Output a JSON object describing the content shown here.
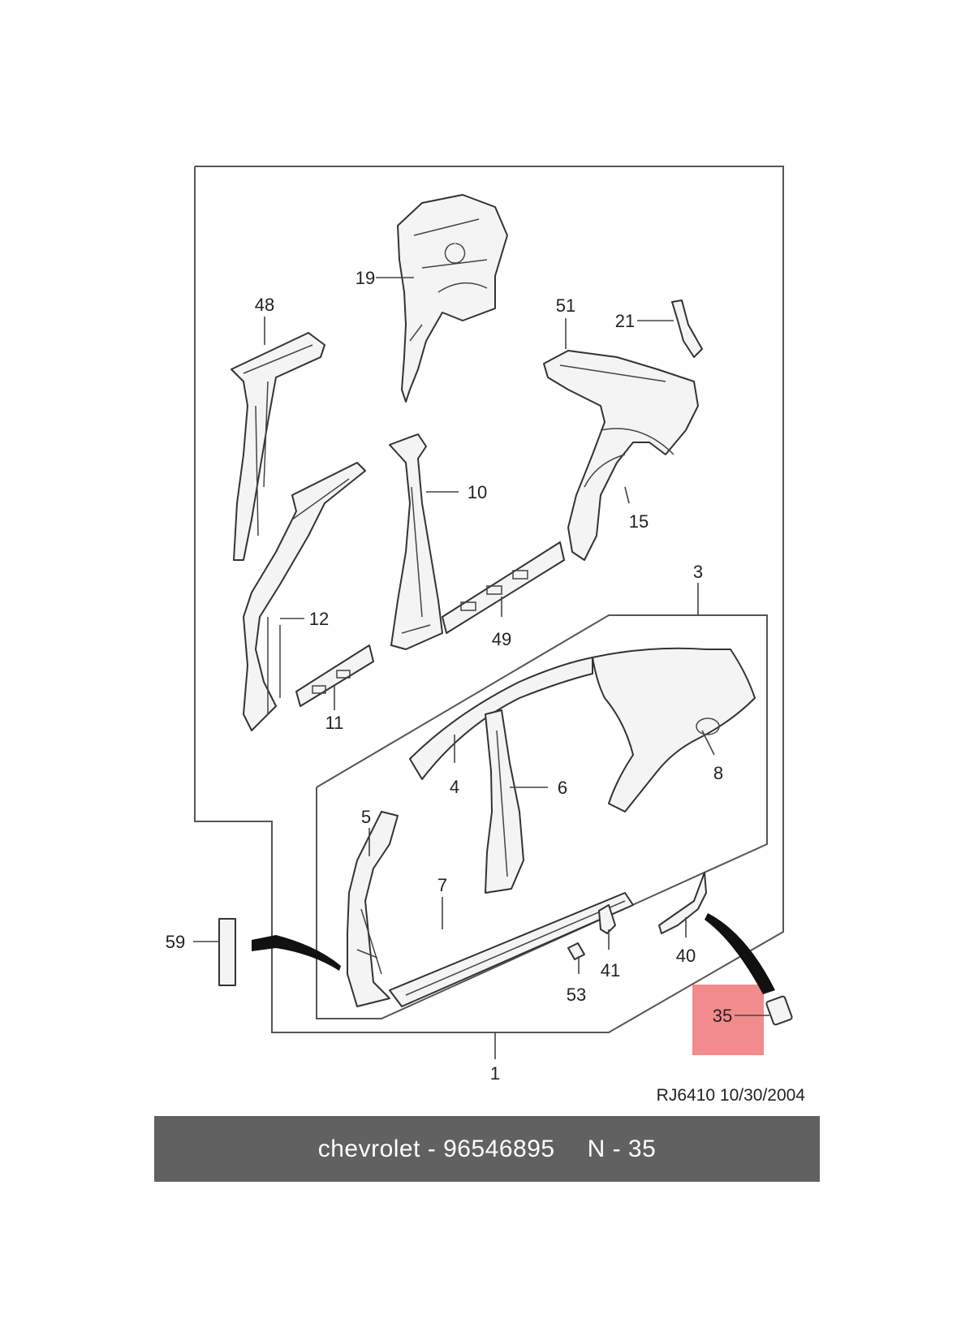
{
  "diagram": {
    "callouts": {
      "c1": "1",
      "c3": "3",
      "c4": "4",
      "c5": "5",
      "c6": "6",
      "c7": "7",
      "c8": "8",
      "c10": "10",
      "c11": "11",
      "c12": "12",
      "c15": "15",
      "c19": "19",
      "c21": "21",
      "c35": "35",
      "c40": "40",
      "c41": "41",
      "c48": "48",
      "c49": "49",
      "c51": "51",
      "c53": "53",
      "c59": "59"
    },
    "highlighted_part": "35",
    "highlight_color": "#f28b8b",
    "reference": "RJ6410  10/30/2004"
  },
  "footer": {
    "brand_part": "chevrolet - 96546895",
    "position": "N - 35",
    "background": "#616161"
  }
}
